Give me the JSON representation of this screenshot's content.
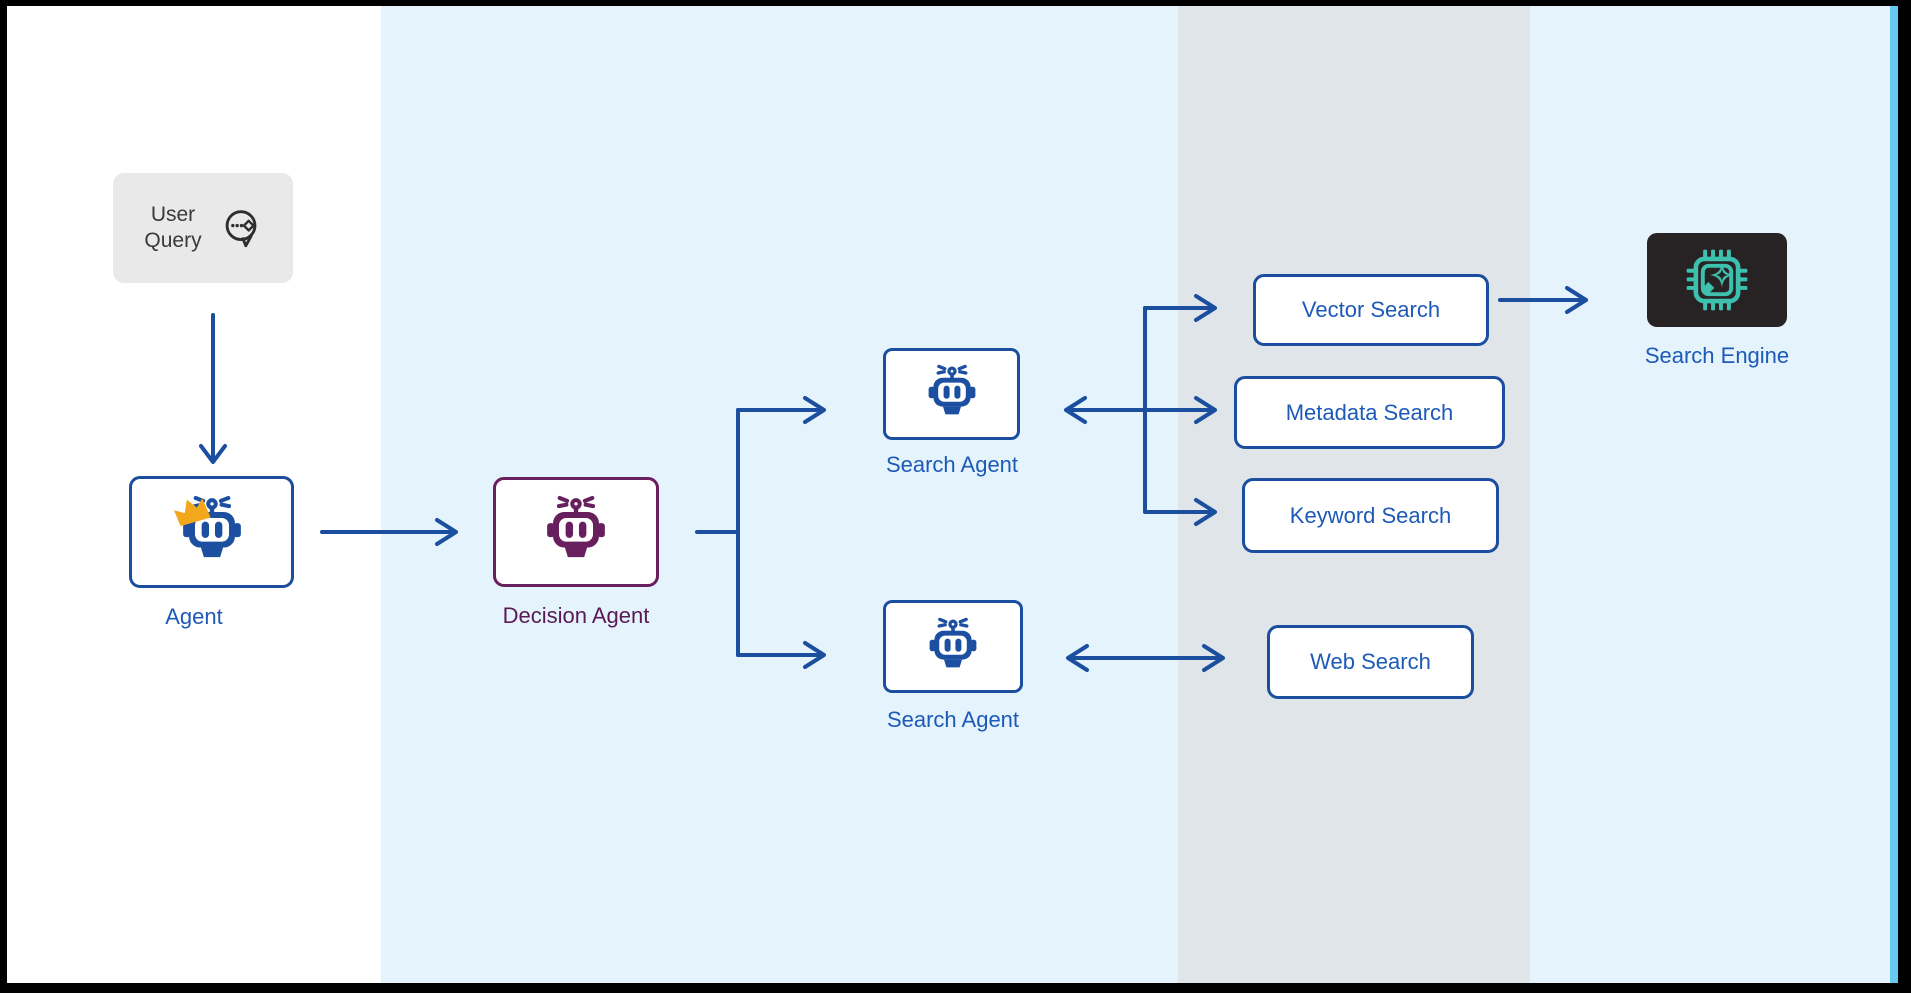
{
  "diagram": {
    "title_semantic": "multi-agent-search-architecture",
    "nodes": {
      "user_query": {
        "label": "User Query",
        "icon": "chat-bubble-sparkle-icon"
      },
      "agent": {
        "label": "Agent",
        "icon": "robot-crown-icon"
      },
      "decision_agent": {
        "label": "Decision Agent",
        "icon": "robot-icon"
      },
      "search_agent_top": {
        "label": "Search Agent",
        "icon": "robot-icon"
      },
      "search_agent_bottom": {
        "label": "Search Agent",
        "icon": "robot-icon"
      },
      "vector_search": {
        "label": "Vector Search"
      },
      "metadata_search": {
        "label": "Metadata Search"
      },
      "keyword_search": {
        "label": "Keyword Search"
      },
      "web_search": {
        "label": "Web Search"
      },
      "search_engine": {
        "label": "Search Engine",
        "icon": "chip-sparkle-icon"
      }
    },
    "connections": [
      "user_query -> agent",
      "agent -> decision_agent",
      "decision_agent -> search_agent_top",
      "decision_agent -> search_agent_bottom",
      "search_agent_top <-> vector_search",
      "search_agent_top <-> metadata_search",
      "search_agent_top <-> keyword_search",
      "search_agent_bottom <-> web_search",
      "vector_search -> search_engine"
    ],
    "colors": {
      "frame": "#000000",
      "band_white": "#ffffff",
      "band_blue": "#e4f3fc",
      "band_gray": "#dfe5e8",
      "edge_stripe": "#66c9f2",
      "arrow_blue": "#1b4e9e",
      "label_blue": "#1d5ab8",
      "robot_blue": "#1d4fa1",
      "agent_purple": "#671f5e",
      "label_purple": "#5a1a55",
      "crown_gold": "#f3a81c",
      "chip_teal": "#3ec0af",
      "engine_bg": "#272325",
      "user_query_bg": "#e9e9e9",
      "user_query_text": "#3a3a3a"
    }
  }
}
